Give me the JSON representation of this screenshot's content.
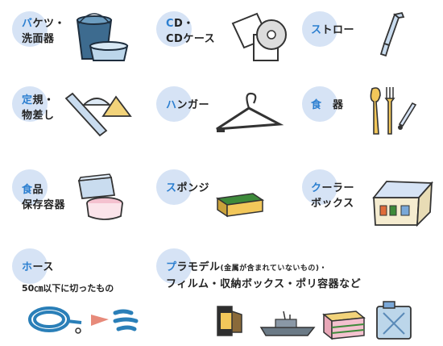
{
  "categories": [
    {
      "id": "bucket",
      "first": "バ",
      "rest_line1": "ケツ・",
      "line2": "洗面器"
    },
    {
      "id": "cd",
      "first": "C",
      "rest_line1": "D・",
      "line2": "CDケース"
    },
    {
      "id": "straw",
      "first": "ス",
      "rest_line1": "トロー",
      "line2": ""
    },
    {
      "id": "ruler",
      "first": "定",
      "rest_line1": "規・",
      "line2": "物差し"
    },
    {
      "id": "hanger",
      "first": "ハ",
      "rest_line1": "ンガー",
      "line2": ""
    },
    {
      "id": "tableware",
      "first": "食",
      "rest_line1": "　器",
      "line2": ""
    },
    {
      "id": "food-container",
      "first": "食",
      "rest_line1": "品",
      "line2": "保存容器"
    },
    {
      "id": "sponge",
      "first": "ス",
      "rest_line1": "ポンジ",
      "line2": ""
    },
    {
      "id": "cooler",
      "first": "ク",
      "rest_line1": "ーラー",
      "line2": "ボックス"
    },
    {
      "id": "hose",
      "first": "ホ",
      "rest_line1": "ース",
      "line2": "",
      "note": "50㎝以下に切ったもの"
    },
    {
      "id": "plastic-model",
      "first": "プ",
      "rest_line1": "ラモデル",
      "paren": "(金属が含まれていないもの)・",
      "line2": "フィルム・収納ボックス・ポリ容器など"
    }
  ],
  "colors": {
    "accent": "#2c7fd0",
    "circle": "#d6e3f5",
    "text": "#222222"
  }
}
